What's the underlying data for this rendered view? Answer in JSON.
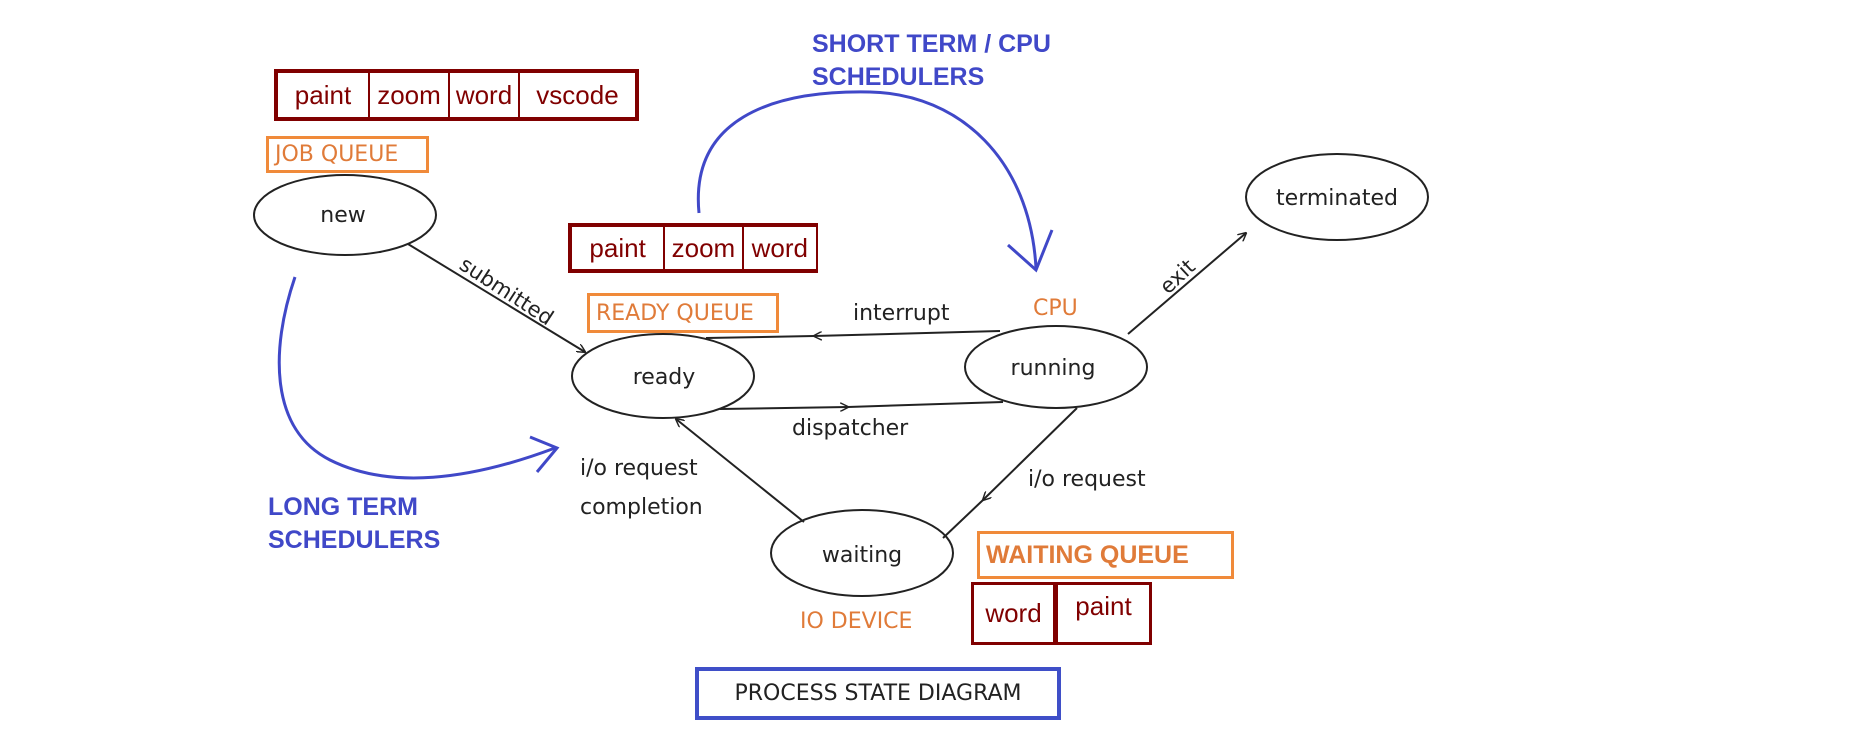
{
  "states": {
    "new": "new",
    "ready": "ready",
    "running": "running",
    "waiting": "waiting",
    "terminated": "terminated"
  },
  "transitions": {
    "submitted": "submitted",
    "interrupt": "interrupt",
    "dispatcher": "dispatcher",
    "exit": "exit",
    "io_request": "i/o request",
    "io_completion_line1": "i/o request",
    "io_completion_line2": "completion"
  },
  "labels": {
    "job_queue": "JOB QUEUE",
    "ready_queue": "READY QUEUE",
    "cpu": "CPU",
    "io_device": "IO DEVICE",
    "waiting_queue": "WAITING QUEUE"
  },
  "annotations": {
    "short_term_line1": "SHORT TERM / CPU",
    "short_term_line2": "SCHEDULERS",
    "long_term_line1": "LONG TERM",
    "long_term_line2": "SCHEDULERS"
  },
  "queues": {
    "job_queue_items": [
      "paint",
      "zoom",
      "word",
      "vscode"
    ],
    "ready_queue_items": [
      "paint",
      "zoom",
      "word"
    ],
    "waiting_queue_items": [
      "word",
      "paint"
    ]
  },
  "caption": "PROCESS STATE DIAGRAM",
  "colors": {
    "annotation_blue": "#4048c8",
    "queue_label_orange": "#e07b39",
    "queue_box_maroon": "#800000",
    "line": "#222222"
  }
}
